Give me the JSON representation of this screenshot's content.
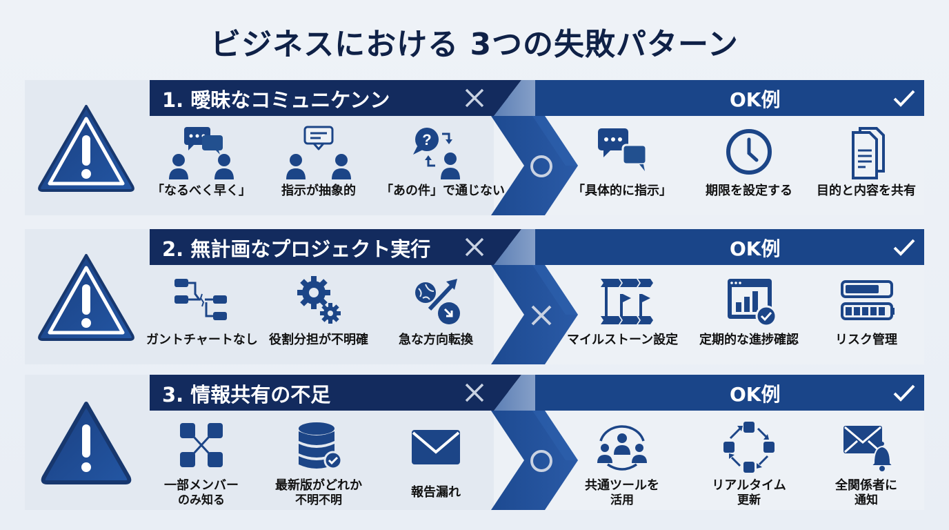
{
  "title": "ビジネスにおける 3つの失敗パターン",
  "colors": {
    "navy_dark": "#132b5e",
    "navy": "#1a4589",
    "icon": "#1c4587",
    "background": "#eef2f7",
    "panel": "#e3e9f1"
  },
  "rows": [
    {
      "ng_title": "1. 曖昧なコミュニケンン",
      "ng_mark": "×",
      "ok_title": "OK例",
      "ok_mark": "✓",
      "chevron_mark": "○",
      "ng_items": [
        {
          "icon": "chat-people-icon",
          "label": "「なるべく早く」"
        },
        {
          "icon": "message-people-icon",
          "label": "指示が抽象的"
        },
        {
          "icon": "question-person-icon",
          "label": "「あの件」で通じない"
        }
      ],
      "ok_items": [
        {
          "icon": "chat-bubbles-icon",
          "label": "「具体的に指示」"
        },
        {
          "icon": "clock-icon",
          "label": "期限を設定する"
        },
        {
          "icon": "document-icon",
          "label": "目的と内容を共有"
        }
      ]
    },
    {
      "ng_title": "2. 無計画なプロジェクト実行",
      "ng_mark": "×",
      "ok_title": "OK例",
      "ok_mark": "✓",
      "chevron_mark": "×",
      "ng_items": [
        {
          "icon": "broken-flow-icon",
          "label": "ガントチャートなし"
        },
        {
          "icon": "gears-icon",
          "label": "役割分担が不明確"
        },
        {
          "icon": "direction-change-icon",
          "label": "急な方向転換"
        }
      ],
      "ok_items": [
        {
          "icon": "milestone-flags-icon",
          "label": "マイルストーン設定"
        },
        {
          "icon": "chart-check-icon",
          "label": "定期的な進捗確認"
        },
        {
          "icon": "battery-bars-icon",
          "label": "リスク管理"
        }
      ]
    },
    {
      "ng_title": "3. 情報共有の不足",
      "ng_mark": "×",
      "ok_title": "OK例",
      "ok_mark": "✓",
      "chevron_mark": "○",
      "ng_items": [
        {
          "icon": "disconnected-nodes-icon",
          "label": "一部メンバー",
          "label2": "のみ知る"
        },
        {
          "icon": "database-check-icon",
          "label": "最新版がどれか",
          "label2": "不明不明"
        },
        {
          "icon": "envelope-icon",
          "label": "報告漏れ"
        }
      ],
      "ok_items": [
        {
          "icon": "team-circle-icon",
          "label": "共通ツールを",
          "label2": "活用"
        },
        {
          "icon": "sync-cycle-icon",
          "label": "リアルタイム",
          "label2": "更新"
        },
        {
          "icon": "mail-bell-icon",
          "label": "全関係者に",
          "label2": "通知"
        }
      ]
    }
  ]
}
